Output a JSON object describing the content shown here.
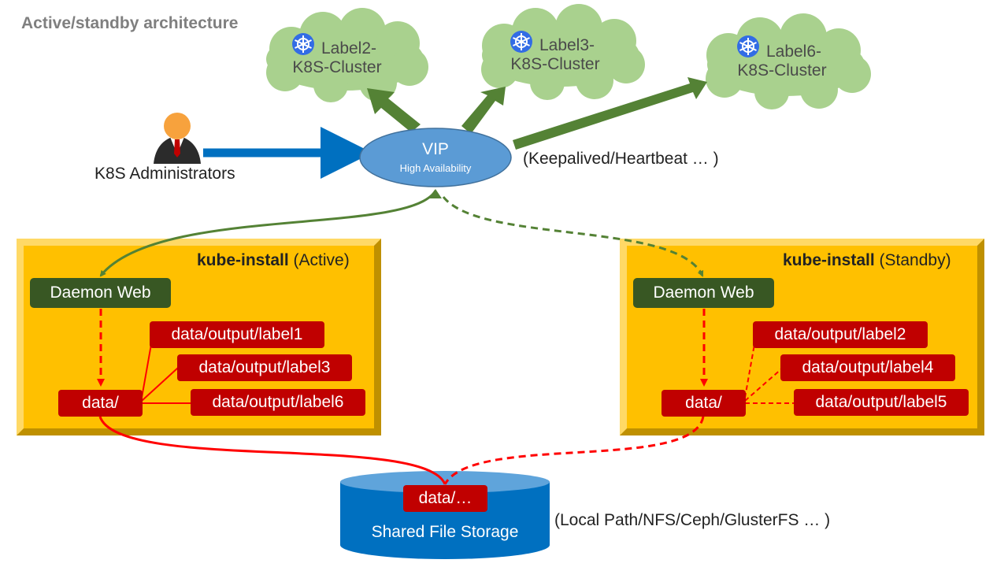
{
  "title": "Active/standby architecture",
  "clusters": [
    {
      "line1": "Label2-",
      "line2": "K8S-Cluster"
    },
    {
      "line1": "Label3-",
      "line2": "K8S-Cluster"
    },
    {
      "line1": "Label6-",
      "line2": "K8S-Cluster"
    }
  ],
  "admin_label": "K8S Administrators",
  "vip": {
    "title": "VIP",
    "subtitle": "High Availability"
  },
  "ha_note": "(Keepalived/Heartbeat … )",
  "active": {
    "title_bold": "kube-install",
    "title_rest": " (Active)",
    "daemon": "Daemon Web",
    "data": "data/",
    "outputs": [
      "data/output/label1",
      "data/output/label3",
      "data/output/label6"
    ]
  },
  "standby": {
    "title_bold": "kube-install",
    "title_rest": " (Standby)",
    "daemon": "Daemon Web",
    "data": "data/",
    "outputs": [
      "data/output/label2",
      "data/output/label4",
      "data/output/label5"
    ]
  },
  "storage": {
    "data": "data/…",
    "label": "Shared File Storage"
  },
  "storage_note": "(Local Path/NFS/Ceph/GlusterFS … )",
  "colors": {
    "cloud": "#a9d18e",
    "arrow_green": "#548235",
    "arrow_blue": "#0070c0",
    "vip": "#5b9bd5",
    "panel": "#ffc000",
    "daemon": "#385723",
    "red": "#c00000",
    "storage": "#0070c0"
  }
}
